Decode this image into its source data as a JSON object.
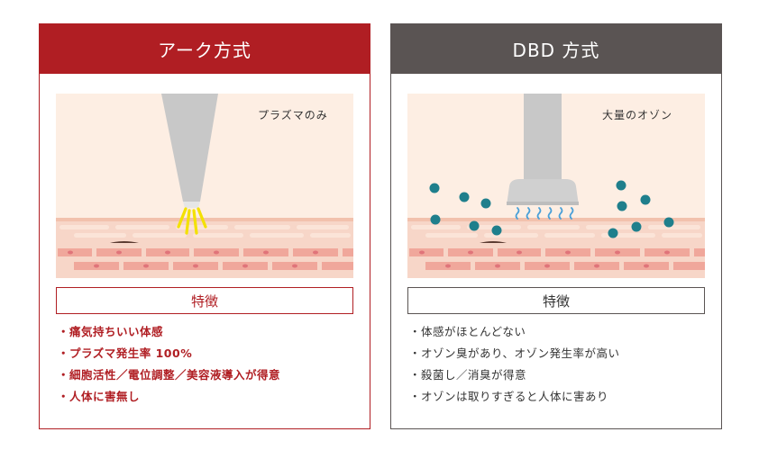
{
  "left": {
    "title": "アーク方式",
    "caption": "プラズマのみ",
    "feature_heading": "特徴",
    "features": [
      "・痛気持ちいい体感",
      "・プラズマ発生率 100%",
      "・細胞活性／電位調整／美容液導入が得意",
      "・人体に害無し"
    ]
  },
  "right": {
    "title": "DBD 方式",
    "caption": "大量のオゾン",
    "feature_heading": "特徴",
    "features": [
      "・体感がほとんどない",
      "・オゾン臭があり、オゾン発生率が高い",
      "・殺菌し／消臭が得意",
      "・オゾンは取りすぎると人体に害あり"
    ]
  },
  "colors": {
    "arc_accent": "#b01e23",
    "dbd_accent": "#5a5453",
    "skin_bg": "#fdeee3",
    "ozone": "#1f7f8c",
    "spark": "#f3e100"
  }
}
